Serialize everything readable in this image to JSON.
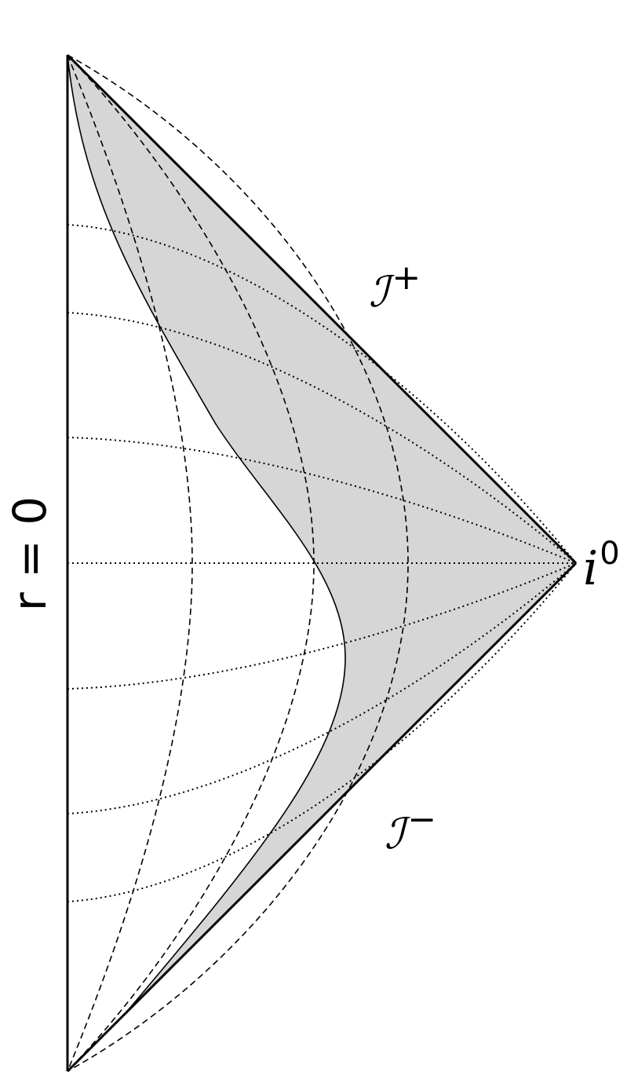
{
  "labels": {
    "axis": "r = 0",
    "scri_plus": "ℐ",
    "scri_plus_sup": "+",
    "scri_minus": "ℐ",
    "scri_minus_sup": "−",
    "spatial_infinity": "i",
    "spatial_infinity_sup": "0"
  },
  "colors": {
    "shaded_region": "#d6d6d6",
    "outline": "#000000",
    "background": "#ffffff"
  },
  "line_styles": {
    "boundary": "solid",
    "constant_t": "dotted",
    "constant_r": "dashed"
  }
}
